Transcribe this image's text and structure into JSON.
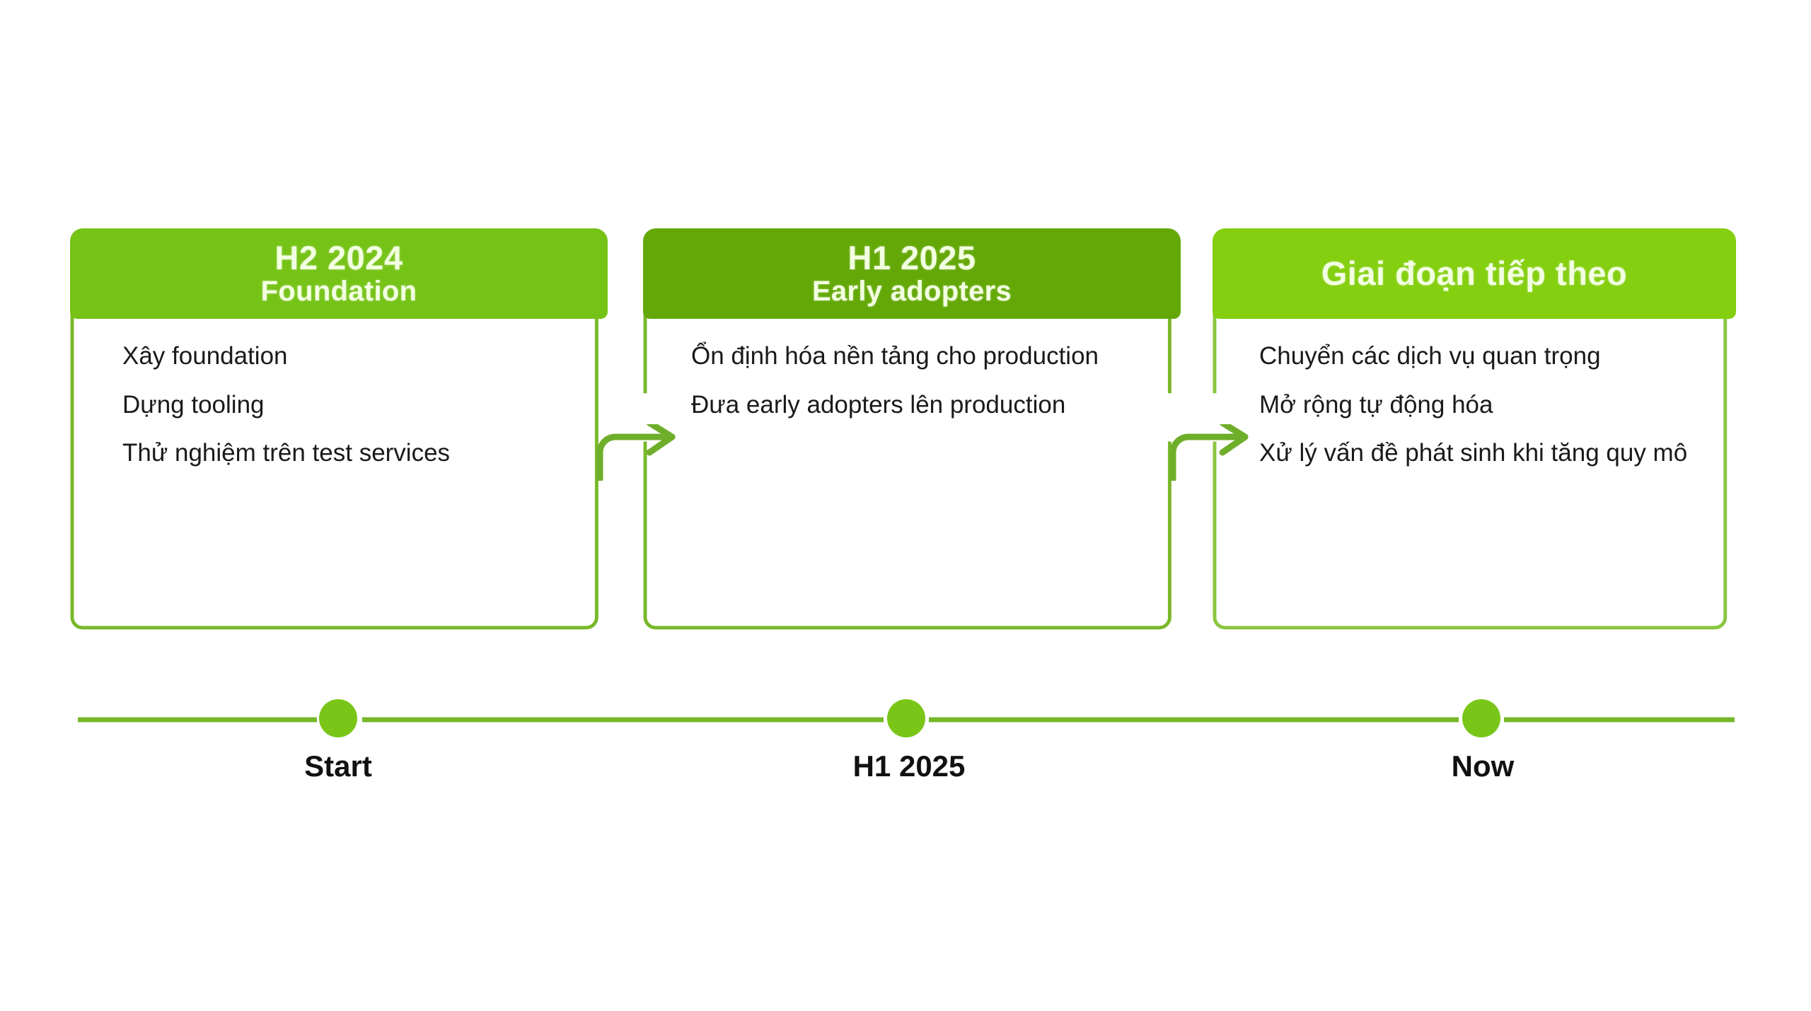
{
  "theme": {
    "header_green_1": "#76c318",
    "header_green_2": "#64a808",
    "header_green_3": "#84cf10",
    "border_green": "#7ab82a",
    "line_green": "#76b82a",
    "dot_green": "#79c618",
    "arrow_green": "#6fae2a",
    "header_text": "#f2ffe0",
    "body_text": "#1a1a1a",
    "page_background": "#ffffff"
  },
  "diagram": {
    "type": "roadmap-timeline",
    "cards": [
      {
        "id": "phase-1",
        "title": "H2 2024",
        "subtitle": "Foundation",
        "bullets": [
          "Xây foundation",
          "Dựng tooling",
          "Thử nghiệm trên test services"
        ]
      },
      {
        "id": "phase-2",
        "title": "H1 2025",
        "subtitle": "Early adopters",
        "bullets": [
          "Ổn định hóa nền tảng cho production",
          "Đưa early adopters lên production"
        ]
      },
      {
        "id": "phase-3",
        "title": "Giai đoạn tiếp theo",
        "subtitle": "",
        "bullets": [
          "Chuyển các dịch vụ quan trọng",
          "Mở rộng tự động hóa",
          "Xử lý vấn đề phát sinh khi tăng quy mô"
        ]
      }
    ],
    "connectors": [
      {
        "id": "arrow-1-to-2",
        "icon": "arrow-right-elbow-icon"
      },
      {
        "id": "arrow-2-to-3",
        "icon": "arrow-right-elbow-icon"
      }
    ],
    "timeline": {
      "markers": [
        {
          "id": "marker-start",
          "label": "Start"
        },
        {
          "id": "marker-h1-2025",
          "label": "H1 2025"
        },
        {
          "id": "marker-now",
          "label": "Now"
        }
      ]
    }
  }
}
